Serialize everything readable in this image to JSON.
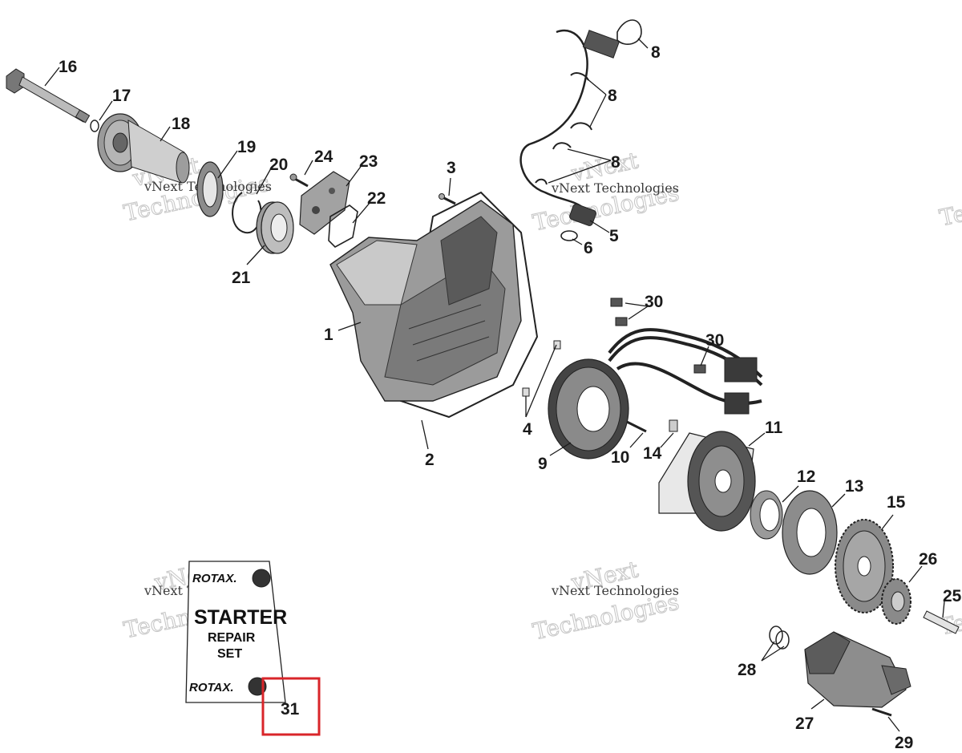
{
  "callouts": {
    "c1": "1",
    "c2": "2",
    "c3": "3",
    "c4": "4",
    "c5": "5",
    "c6": "6",
    "c8a": "8",
    "c8b": "8",
    "c8c": "8",
    "c9": "9",
    "c10": "10",
    "c11": "11",
    "c12": "12",
    "c13": "13",
    "c14": "14",
    "c15": "15",
    "c16": "16",
    "c17": "17",
    "c18": "18",
    "c19": "19",
    "c20": "20",
    "c21": "21",
    "c22": "22",
    "c23": "23",
    "c24": "24",
    "c25": "25",
    "c26": "26",
    "c27": "27",
    "c28": "28",
    "c29": "29",
    "c30a": "30",
    "c30b": "30",
    "c31": "31"
  },
  "repair_set_box": {
    "brand_top": "ROTAX.",
    "title": "STARTER",
    "line2": "REPAIR",
    "line3": "SET",
    "brand_bottom": "ROTAX."
  },
  "watermark": {
    "line1": "vNext Technologies",
    "line2": "vNext",
    "line3": "Technologies"
  },
  "highlight_color": "#d9252a"
}
